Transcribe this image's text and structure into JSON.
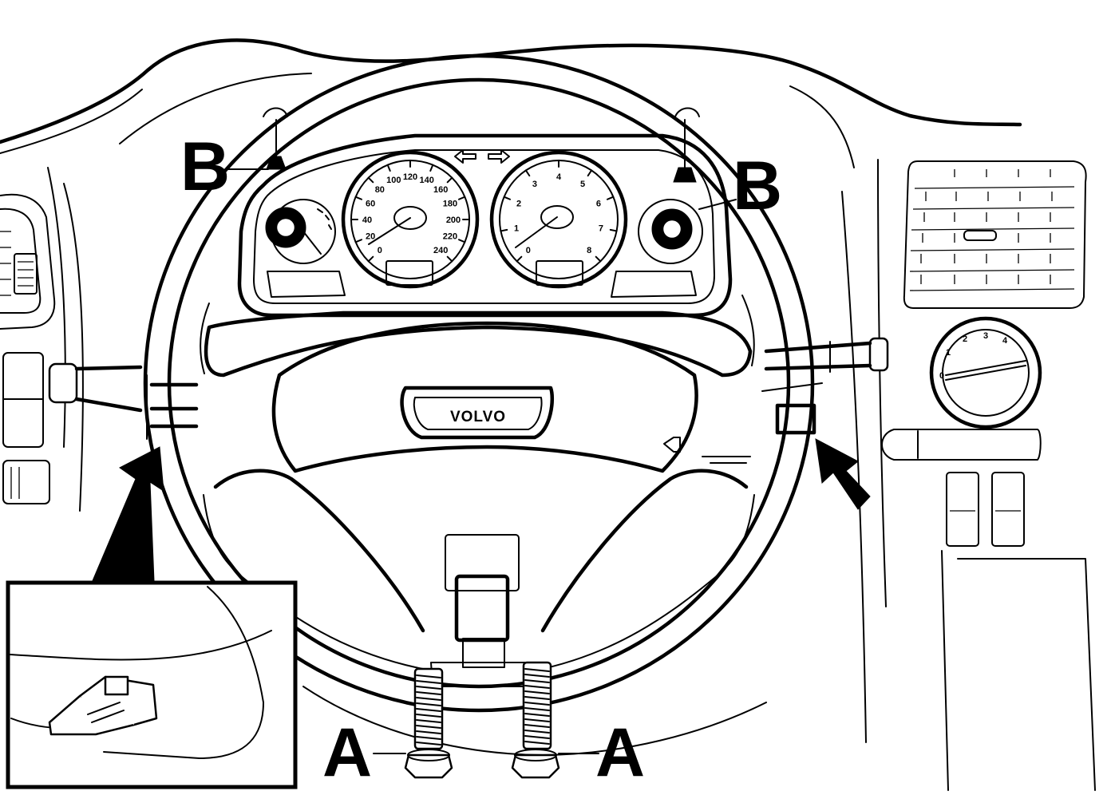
{
  "callouts": {
    "bolt_left": "A",
    "bolt_right": "A",
    "clip_left": "B",
    "clip_right": "B"
  },
  "brand_logo": "VOLVO",
  "speedometer": {
    "labels": [
      "0",
      "20",
      "40",
      "60",
      "80",
      "100",
      "120",
      "140",
      "160",
      "180",
      "200",
      "220",
      "240"
    ]
  },
  "tachometer": {
    "labels": [
      "0",
      "1",
      "2",
      "3",
      "4",
      "5",
      "6",
      "7",
      "8"
    ]
  },
  "fan_control": {
    "labels": [
      "0",
      "1",
      "2",
      "3",
      "4"
    ]
  },
  "icons": [
    "turn-signal-left-icon",
    "turn-signal-right-icon",
    "direction-arrow-icon"
  ]
}
